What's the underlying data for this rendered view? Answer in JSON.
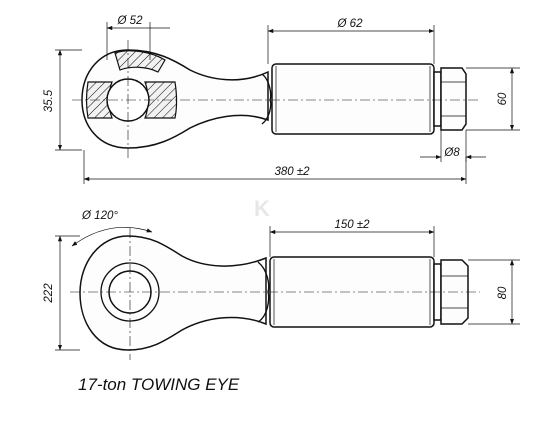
{
  "dimensions": {
    "top": {
      "eye_bore": "Ø 52",
      "shank_diameter": "Ø 62",
      "eye_height": "35.5",
      "thread_size": "60",
      "nut_width": "Ø8",
      "overall_length": "380 ±2"
    },
    "bottom": {
      "eye_angle": "Ø 120°",
      "eye_outer": "222",
      "thread_length": "150 ±2",
      "thread_size": "80"
    }
  },
  "title": "17-ton TOWING EYE",
  "watermark": "K"
}
